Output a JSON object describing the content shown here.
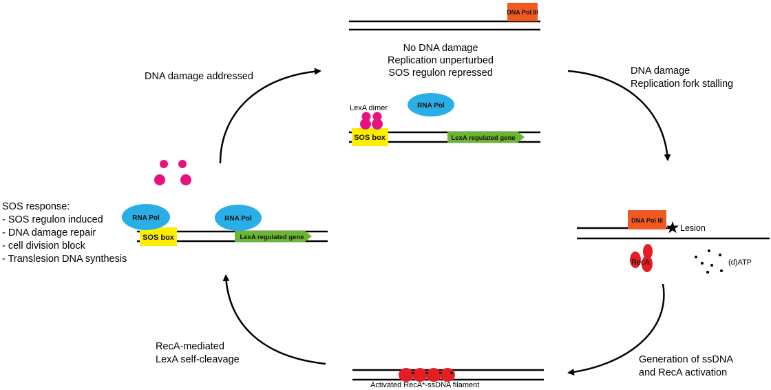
{
  "colors": {
    "dna_pol": "#f05a22",
    "rna_pol": "#29aee6",
    "sos_box": "#ffee00",
    "gene_arrow": "#6cb531",
    "lexa": "#e6137e",
    "reca": "#e31e24",
    "line": "#000000"
  },
  "top": {
    "dna_pol_label": "DNA Pol III",
    "state_lines": [
      "No DNA damage",
      "Replication unperturbed",
      "SOS regulon repressed"
    ],
    "lexa_dimer_label": "LexA dimer",
    "rna_pol_label": "RNA Pol",
    "sos_box_label": "SOS box",
    "gene_label": "LexA regulated gene"
  },
  "right": {
    "damage_lines": [
      "DNA damage",
      "Replication fork stalling"
    ],
    "dna_pol_label": "DNA Pol III",
    "lesion_label": "Lesion",
    "reca_label": "RecA",
    "datp_label": "(d)ATP"
  },
  "bottom": {
    "generation_lines": [
      "Generation of ssDNA",
      "and RecA activation"
    ],
    "filament_label": "Activated RecA*-ssDNA filament",
    "cleavage_lines": [
      "RecA-mediated",
      "LexA self-cleavage"
    ]
  },
  "left": {
    "sos_response_lines": [
      "SOS response:",
      "- SOS regulon induced",
      "- DNA damage repair",
      "- cell division block",
      "- Translesion DNA synthesis"
    ],
    "rna_pol_label_1": "RNA Pol",
    "rna_pol_label_2": "RNA Pol",
    "sos_box_label": "SOS box",
    "gene_label": "LexA regulated gene"
  },
  "addressed_label": "DNA damage addressed"
}
